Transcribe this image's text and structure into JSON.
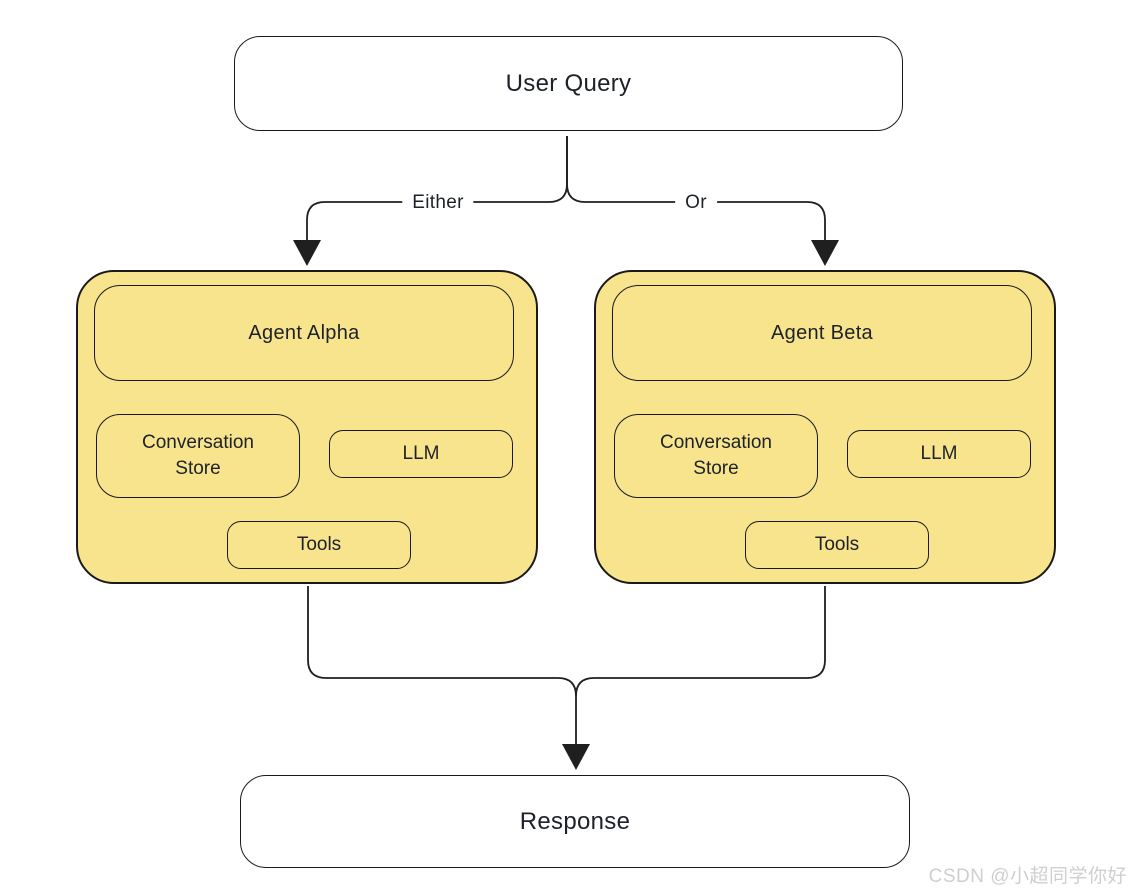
{
  "colors": {
    "background": "#FFFFFF",
    "agent_fill": "#F8E48D",
    "border": "#1A1A1A",
    "text": "#1D2129",
    "watermark": "#CFCFCF"
  },
  "flow": {
    "source": {
      "label": "User Query"
    },
    "branches": [
      {
        "label": "Either"
      },
      {
        "label": "Or"
      }
    ],
    "agents": [
      {
        "title": "Agent Alpha",
        "components": [
          {
            "label": "Conversation Store"
          },
          {
            "label": "LLM"
          },
          {
            "label": "Tools"
          }
        ]
      },
      {
        "title": "Agent Beta",
        "components": [
          {
            "label": "Conversation Store"
          },
          {
            "label": "LLM"
          },
          {
            "label": "Tools"
          }
        ]
      }
    ],
    "sink": {
      "label": "Response"
    }
  },
  "watermark": {
    "text": "CSDN @小超同学你好"
  }
}
